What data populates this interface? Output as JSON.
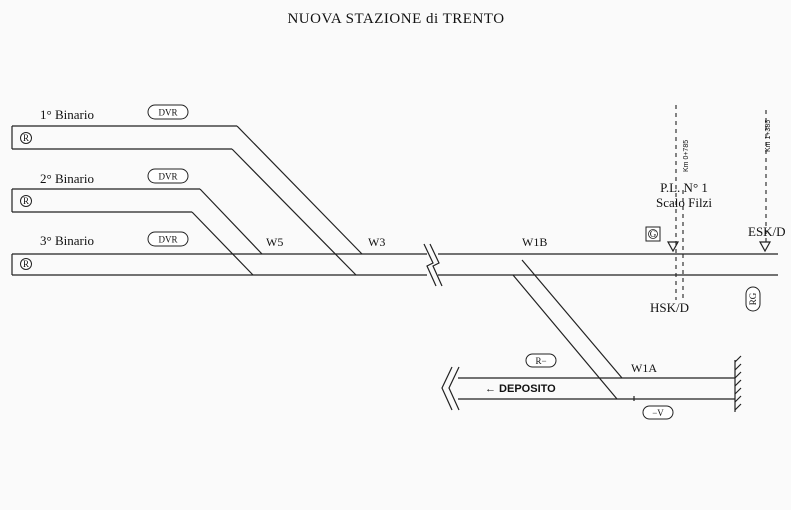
{
  "title": "NUOVA STAZIONE di TRENTO",
  "tracks": [
    {
      "label": "1° Binario",
      "signal": "DVR"
    },
    {
      "label": "2° Binario",
      "signal": "DVR"
    },
    {
      "label": "3° Binario",
      "signal": "DVR"
    }
  ],
  "buffer_symbol": "R",
  "switches": {
    "w5": "W5",
    "w3": "W3",
    "w1b": "W1B",
    "w1a": "W1A"
  },
  "crossing": {
    "line1": "P.L. N° 1",
    "line2": "Scalo Filzi",
    "km_left": "Km 0+785",
    "km_right": "Km 1+385"
  },
  "markers": {
    "esk": "ESK/D",
    "hsk": "HSK/D"
  },
  "symbols": {
    "g": "G",
    "rg": "RG",
    "rm": "R−",
    "mv": "−V"
  },
  "deposito": "← DEPOSITO"
}
